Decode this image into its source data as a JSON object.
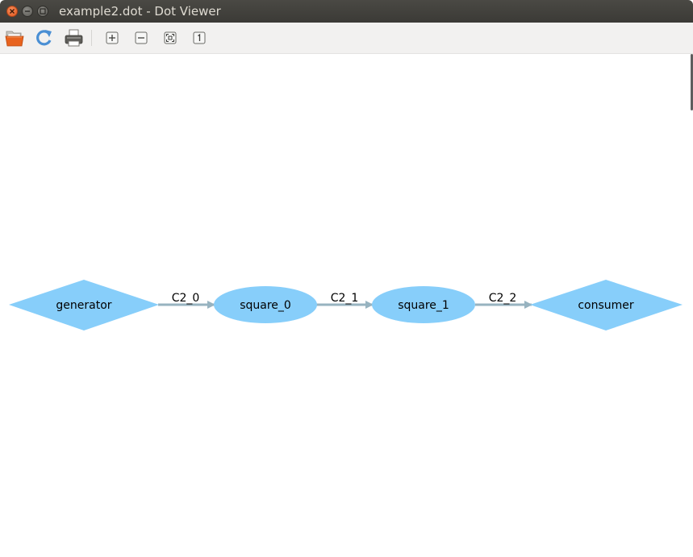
{
  "window": {
    "title": "example2.dot - Dot Viewer"
  },
  "toolbar": {
    "buttons": [
      {
        "name": "open",
        "icon": "folder-open-icon"
      },
      {
        "name": "reload",
        "icon": "refresh-icon"
      },
      {
        "name": "print",
        "icon": "printer-icon"
      },
      {
        "name": "zoom-in",
        "icon": "zoom-in-icon"
      },
      {
        "name": "zoom-out",
        "icon": "zoom-out-icon"
      },
      {
        "name": "zoom-fit",
        "icon": "zoom-fit-icon"
      },
      {
        "name": "zoom-100",
        "icon": "zoom-100-icon"
      }
    ]
  },
  "graph": {
    "colors": {
      "node_fill": "#87cefa",
      "edge": "#97b3c0",
      "label": "#000000"
    },
    "nodes": [
      {
        "id": "generator",
        "label": "generator",
        "shape": "diamond"
      },
      {
        "id": "square_0",
        "label": "square_0",
        "shape": "ellipse"
      },
      {
        "id": "square_1",
        "label": "square_1",
        "shape": "ellipse"
      },
      {
        "id": "consumer",
        "label": "consumer",
        "shape": "diamond"
      }
    ],
    "edges": [
      {
        "from": "generator",
        "to": "square_0",
        "label": "C2_0"
      },
      {
        "from": "square_0",
        "to": "square_1",
        "label": "C2_1"
      },
      {
        "from": "square_1",
        "to": "consumer",
        "label": "C2_2"
      }
    ]
  }
}
